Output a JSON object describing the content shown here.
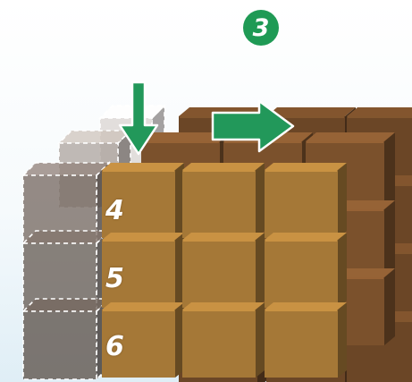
{
  "step_badge": {
    "label": "3"
  },
  "cube_numbers": [
    "4",
    "5",
    "6"
  ],
  "colors": {
    "badge_green": "#1f9a55",
    "arrow_green": "#22985a",
    "front_cube": "#a57837",
    "back_cube": "#6b4626",
    "ghost_cube": "#c8c2be"
  },
  "icons": [
    "down-arrow-icon",
    "right-arrow-icon"
  ]
}
